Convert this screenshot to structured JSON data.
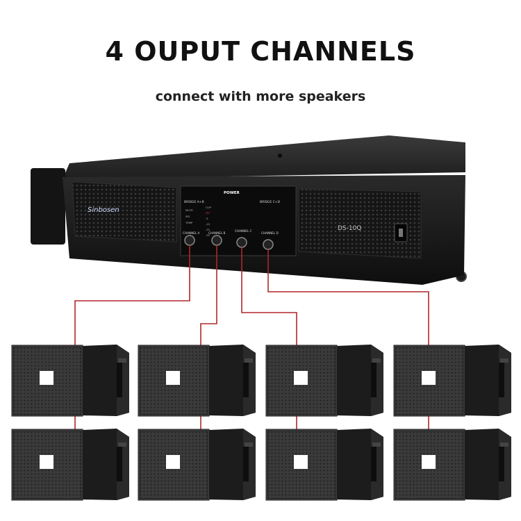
{
  "headline": "4 OUPUT CHANNELS",
  "subline": "connect with more speakers",
  "amplifier": {
    "brand": "Sinbosen",
    "model": "DS-10Q",
    "power_label": "POWER",
    "bridge_ab": "BRIDGE A+B",
    "bridge_cd": "BRIDGE C+D",
    "channels": [
      "CHANNEL A",
      "CHANNEL B",
      "CHANNEL C",
      "CHANNEL D"
    ],
    "indicators_left": [
      "MUTE",
      "SIG",
      "TEMP"
    ],
    "indicators_right": [
      "CLIP",
      "PRT",
      "-5",
      "-10",
      "-20",
      "-30"
    ]
  },
  "colors": {
    "cable": "#b0262a",
    "amp_body": "#1a1a1a",
    "speaker": "#2b2b2b"
  },
  "speaker_rows": 2,
  "speaker_columns": 4
}
